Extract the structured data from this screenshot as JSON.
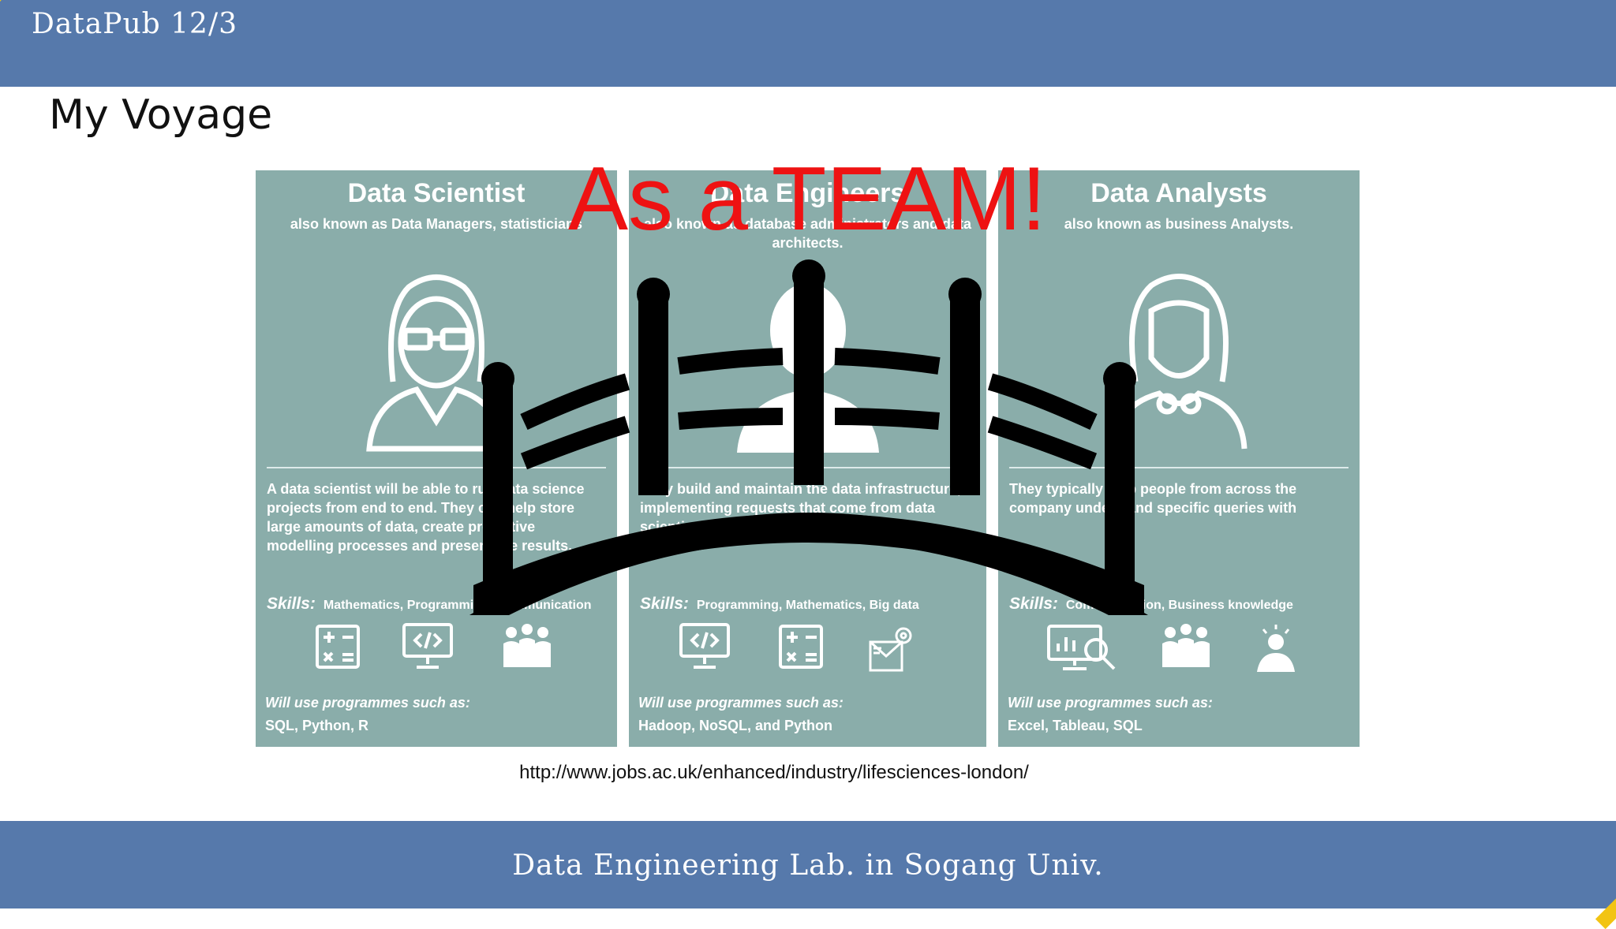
{
  "header": {
    "title": "DataPub 12/3"
  },
  "page": {
    "title": "My Voyage"
  },
  "overlay": {
    "text": "As a TEAM!"
  },
  "panels": [
    {
      "title": "Data Scientist",
      "subtitle": "also known as Data Managers, statisticians",
      "description": "A data scientist will be able to run data science projects from end to end. They can help store large amounts of data, create predictive modelling processes and present the results.",
      "skills_label": "Skills:",
      "skills": "Mathematics, Programming, Communication",
      "uses_label": "Will use programmes such as:",
      "uses": "SQL, Python, R",
      "icons": [
        "calculator-icon",
        "code-monitor-icon",
        "team-icon"
      ]
    },
    {
      "title": "Data Engineers",
      "subtitle": "also known as database administrators and data architects.",
      "description": "They build and maintain the data infrastructure, implementing requests that come from data scientists.",
      "skills_label": "Skills:",
      "skills": "Programming, Mathematics, Big data",
      "uses_label": "Will use programmes such as:",
      "uses": "Hadoop, NoSQL, and Python",
      "icons": [
        "code-monitor-icon",
        "calculator-icon",
        "data-settings-icon"
      ]
    },
    {
      "title": "Data Analysts",
      "subtitle": "also known as business Analysts.",
      "description": "They typically help people from across the company understand specific queries with",
      "skills_label": "Skills:",
      "skills": "Communication, Business knowledge",
      "uses_label": "Will use programmes such as:",
      "uses": "Excel, Tableau, SQL",
      "icons": [
        "analytics-monitor-icon",
        "team-icon",
        "idea-person-icon"
      ]
    }
  ],
  "source": {
    "url": "http://www.jobs.ac.uk/enhanced/industry/lifesciences-london/"
  },
  "footer": {
    "title": "Data Engineering Lab. in Sogang Univ."
  },
  "colors": {
    "header_bg": "#5679ab",
    "accent": "#f2c413",
    "panel_bg": "#8aadaa",
    "overlay_text": "#ee1212"
  }
}
